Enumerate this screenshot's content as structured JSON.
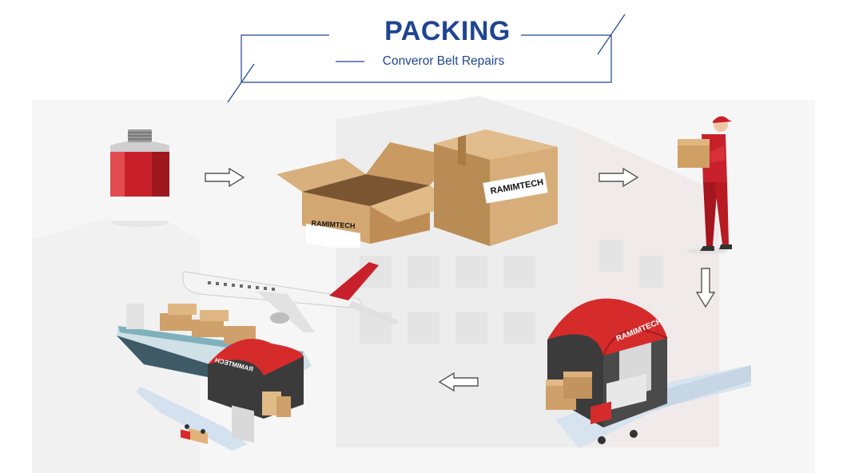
{
  "header": {
    "title": "PACKING",
    "subtitle": "Converor Belt Repairs"
  },
  "brand": {
    "box_label": "RAMIMTECH",
    "warehouse_label": "RAMIMTECH",
    "warehouse_label_mirrored": "RAMIMTECH"
  },
  "colors": {
    "title_blue": "#1f4591",
    "brand_red": "#d62b2b",
    "cardboard": "#c9a06a",
    "arrow_outline": "#555555"
  },
  "icons": {
    "can": "adhesive-can-icon",
    "boxes": "cardboard-boxes-icon",
    "courier": "delivery-man-icon",
    "warehouse": "warehouse-icon",
    "transport": "ship-plane-transport-icon",
    "arrow": "outline-arrow-icon"
  }
}
